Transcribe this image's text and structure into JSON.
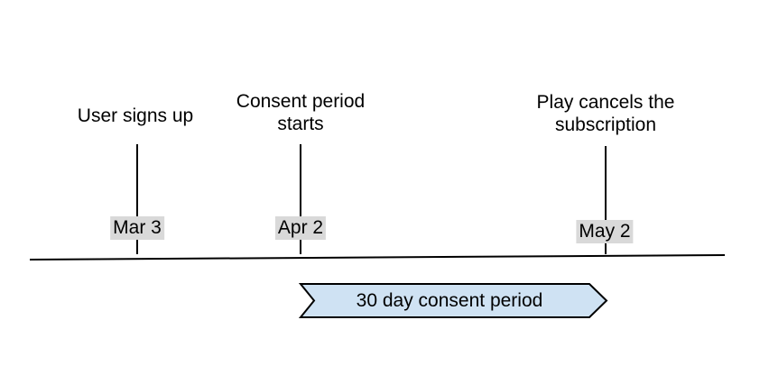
{
  "diagram": {
    "background": "#ffffff",
    "events": [
      {
        "label": "User signs up",
        "date": "Mar 3"
      },
      {
        "label": "Consent period\nstarts",
        "date": "Apr 2"
      },
      {
        "label": "Play cancels the\nsubscription",
        "date": "May 2"
      }
    ],
    "axis": {
      "color": "#000000"
    },
    "date_badge": {
      "background": "#d9d9d9",
      "text_color": "#000000"
    },
    "duration_arrow": {
      "label": "30 day consent period",
      "fill": "#cfe2f3",
      "stroke": "#000000"
    }
  }
}
